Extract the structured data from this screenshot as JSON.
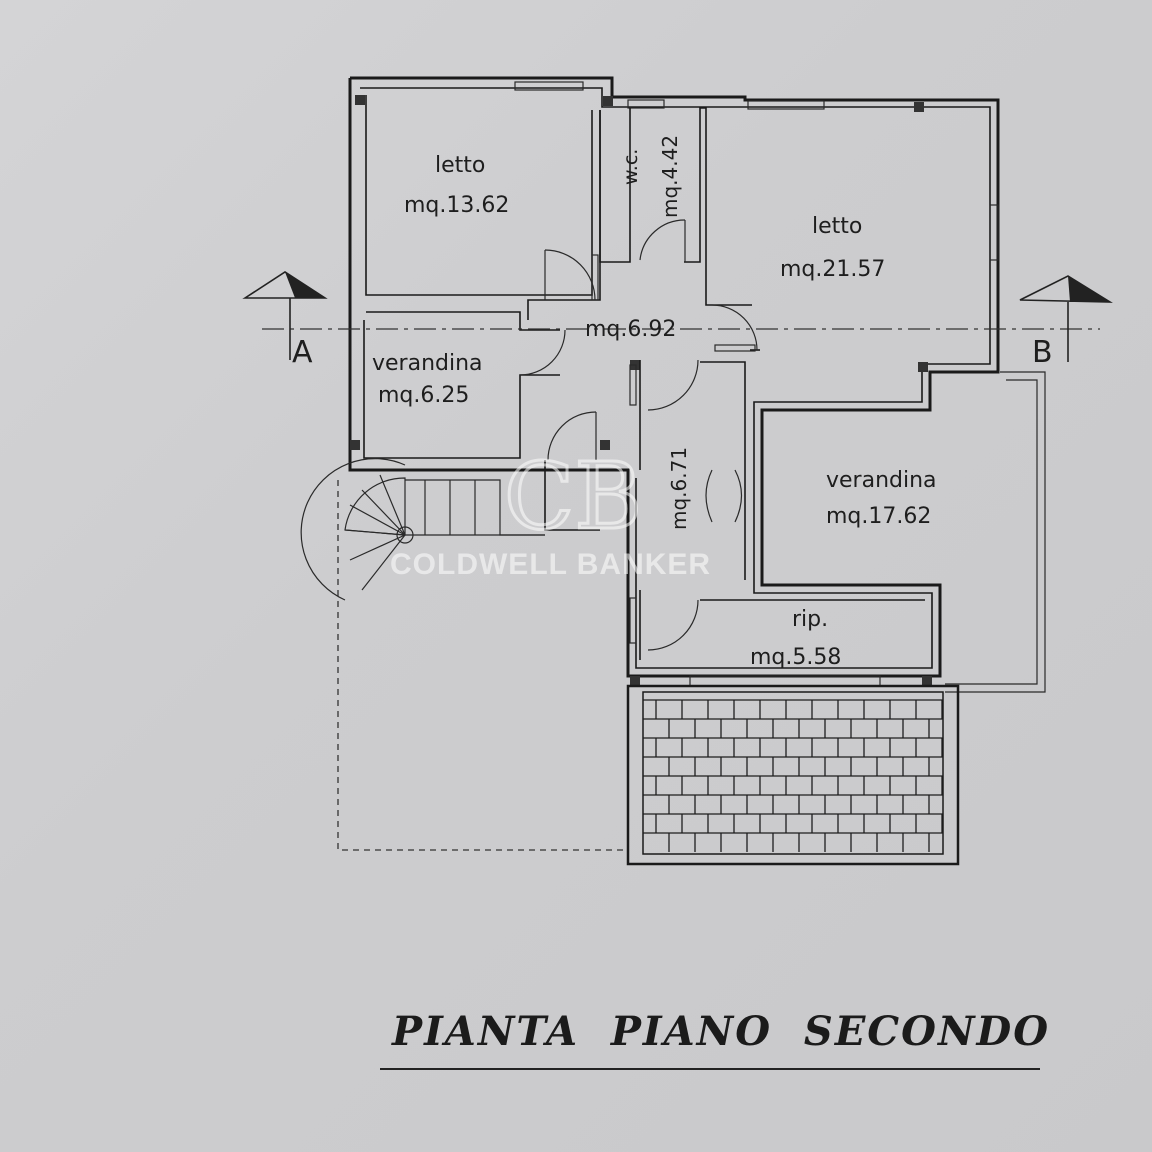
{
  "plan": {
    "title": "PIANTA  PIANO  SECONDO",
    "section_left": "A",
    "section_right": "B",
    "rooms": [
      {
        "name": "letto",
        "area": "mq.13.62"
      },
      {
        "name": "w.c.",
        "area": "mq.4.42"
      },
      {
        "name": "letto",
        "area": "mq.21.57"
      },
      {
        "name": "",
        "area": "mq.6.92"
      },
      {
        "name": "verandina",
        "area": "mq.6.25"
      },
      {
        "name": "",
        "area": "mq.6.71"
      },
      {
        "name": "verandina",
        "area": "mq.17.62"
      },
      {
        "name": "rip.",
        "area": "mq.5.58"
      }
    ]
  },
  "watermark": {
    "monogram": "CB",
    "brand": "COLDWELL BANKER"
  },
  "colors": {
    "paper": "#cfcfd1",
    "ink": "#1a1a1a"
  }
}
